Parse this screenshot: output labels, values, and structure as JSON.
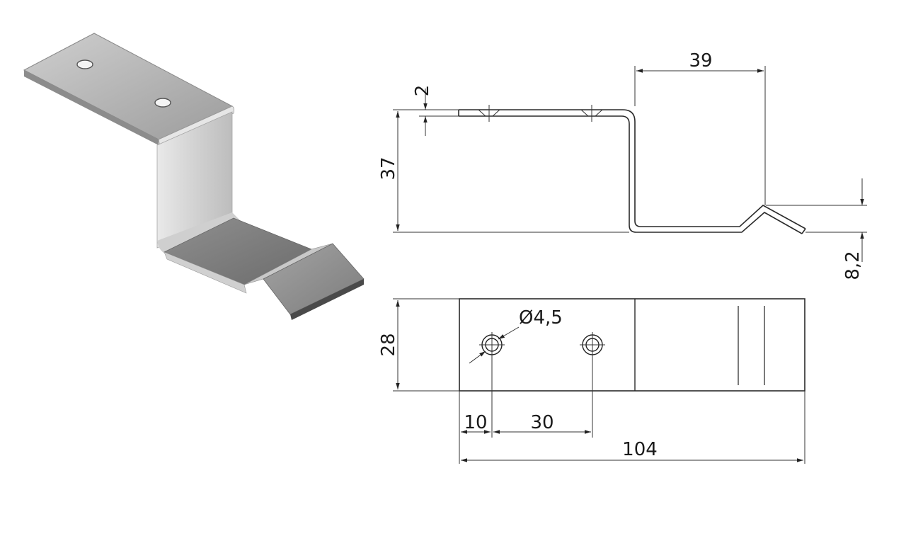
{
  "dimensions": {
    "thickness": "2",
    "height": "37",
    "hook_length": "39",
    "hook_rise": "8,2",
    "width": "28",
    "hole_diameter": "4,5",
    "hole_offset": "10",
    "hole_spacing": "30",
    "total_length": "104"
  },
  "hole_symbol": "Ø",
  "colors": {
    "line": "#2a2a2a",
    "metal_light": "#d9d9d9",
    "metal_mid": "#b5b5b5",
    "metal_dark": "#7d7d7d"
  }
}
